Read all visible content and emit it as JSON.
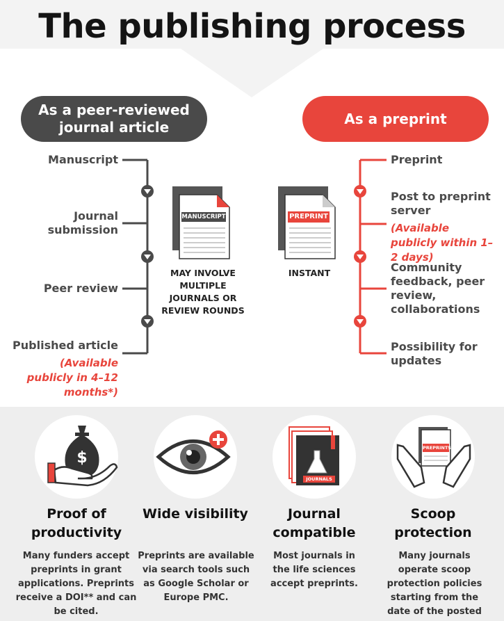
{
  "title": "The publishing process",
  "left": {
    "heading": "As a peer-reviewed journal article",
    "steps": [
      "Manuscript",
      "Journal submission",
      "Peer review",
      "Published article"
    ],
    "note": "(Available publicly in 4–12 months*)",
    "doc_label": "MANUSCRIPT",
    "doc_caption": "MAY INVOLVE MULTIPLE JOURNALS OR REVIEW ROUNDS"
  },
  "right": {
    "heading": "As a preprint",
    "steps": [
      "Preprint",
      "Post to preprint server",
      "Community feedback, peer review, collaborations",
      "Possibility for updates"
    ],
    "note": "(Available publicly within 1–2 days)",
    "doc_label": "PREPRINT",
    "doc_caption": "INSTANT"
  },
  "features": [
    {
      "title": "Proof of productivity",
      "desc": "Many funders accept preprints in grant applications. Preprints receive a DOI** and can be cited.",
      "icon": "money-bag-hand-icon"
    },
    {
      "title": "Wide visibility",
      "desc": "Preprints are available via search tools such as Google Scholar or Europe PMC.",
      "icon": "eye-plus-icon"
    },
    {
      "title": "Journal compatible",
      "desc": "Most journals in the life sciences accept preprints.",
      "icon": "journals-stack-icon",
      "icon_label": "JOURNALS"
    },
    {
      "title": "Scoop protection",
      "desc": "Many journals operate scoop protection policies starting from the date of the posted preprint.",
      "icon": "hands-document-icon",
      "icon_label": "PREPRINTS"
    }
  ],
  "colors": {
    "accent": "#e8453c",
    "dark": "#4a4a4a",
    "background": "#f3f3f3"
  }
}
